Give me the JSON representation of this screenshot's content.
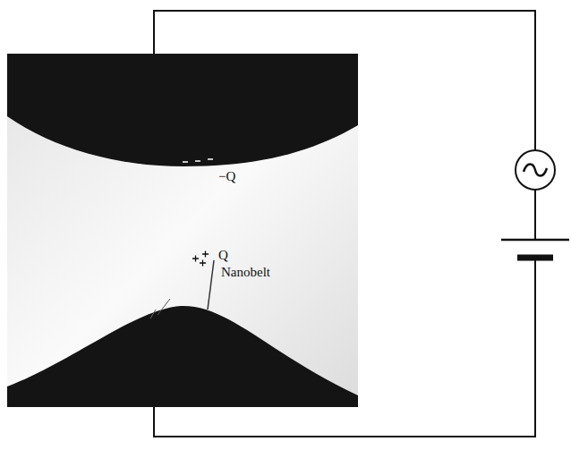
{
  "diagram": {
    "labels": [
      "−Q",
      "Q",
      "Nanobelt"
    ]
  }
}
